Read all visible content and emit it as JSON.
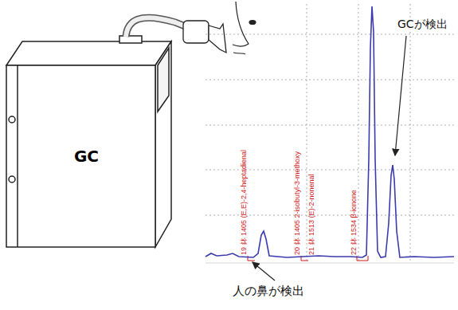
{
  "diagram": {
    "nodes": [
      {
        "text": [
          "GC"
        ]
      }
    ],
    "labels": [
      "19 鉢 1405 (E,E)-2,4-heptadienal",
      "20 鉢 1405 2-isobutyl-3-methoxy",
      "21 鉢 1513 (E)-2-nonenal",
      "22 鉢 1534 β-ionone",
      "GCが検出",
      "人の鼻が検出"
    ]
  }
}
